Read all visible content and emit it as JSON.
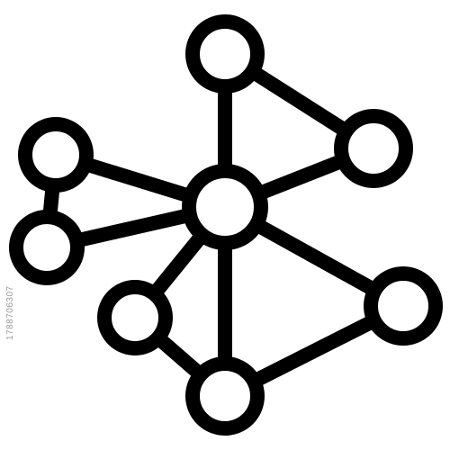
{
  "icon": {
    "name": "network-hub-icon",
    "stroke_color": "#000000",
    "fill_color": "#ffffff",
    "background": "#ffffff",
    "nodes": [
      {
        "id": "center"
      },
      {
        "id": "top"
      },
      {
        "id": "upper-right"
      },
      {
        "id": "right"
      },
      {
        "id": "bottom"
      },
      {
        "id": "lower-left"
      },
      {
        "id": "upper-left"
      },
      {
        "id": "mid-left"
      }
    ],
    "edges": [
      [
        "center",
        "top"
      ],
      [
        "top",
        "upper-right"
      ],
      [
        "center",
        "upper-right"
      ],
      [
        "center",
        "right"
      ],
      [
        "right",
        "bottom"
      ],
      [
        "center",
        "bottom"
      ],
      [
        "center",
        "lower-left"
      ],
      [
        "lower-left",
        "bottom"
      ],
      [
        "center",
        "upper-left"
      ],
      [
        "center",
        "mid-left"
      ],
      [
        "upper-left",
        "mid-left"
      ]
    ]
  },
  "watermark": {
    "image_number": "1788706307"
  }
}
